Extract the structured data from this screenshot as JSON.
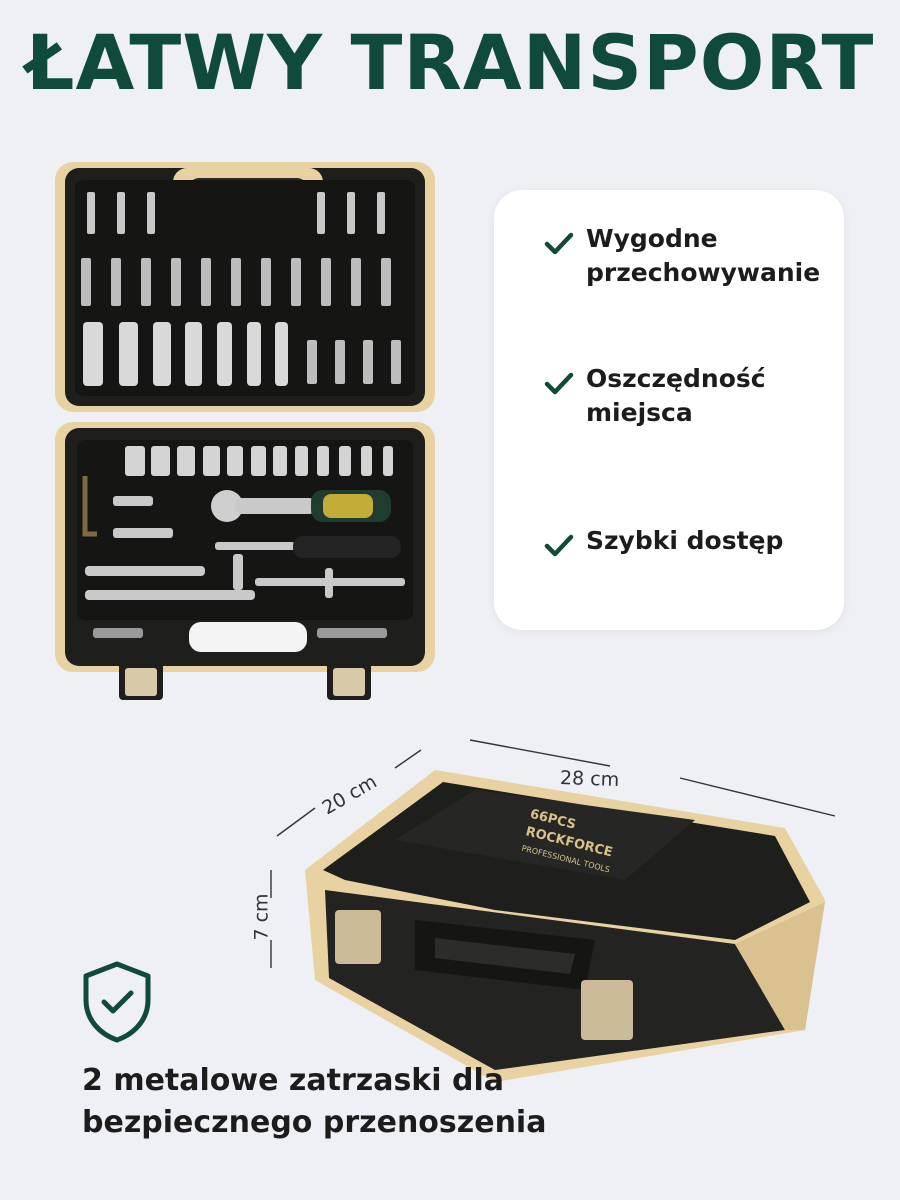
{
  "header": {
    "title": "ŁATWY TRANSPORT"
  },
  "benefits": {
    "items": [
      {
        "label": "Wygodne przechowywanie"
      },
      {
        "label": "Oszczędność miejsca"
      },
      {
        "label": "Szybki dostęp"
      }
    ]
  },
  "dimensions": {
    "length": "28 cm",
    "width": "20 cm",
    "height": "7 cm"
  },
  "product": {
    "brand": "ROCKFORCE",
    "pieces": "66PCS",
    "subtitle": "PROFESSIONAL TOOLS"
  },
  "footer": {
    "text": "2 metalowe zatrzaski dla bezpiecznego przenoszenia"
  },
  "colors": {
    "accent": "#0f4a3a",
    "case_black": "#1e1e1c",
    "case_trim": "#e9d2a1"
  }
}
